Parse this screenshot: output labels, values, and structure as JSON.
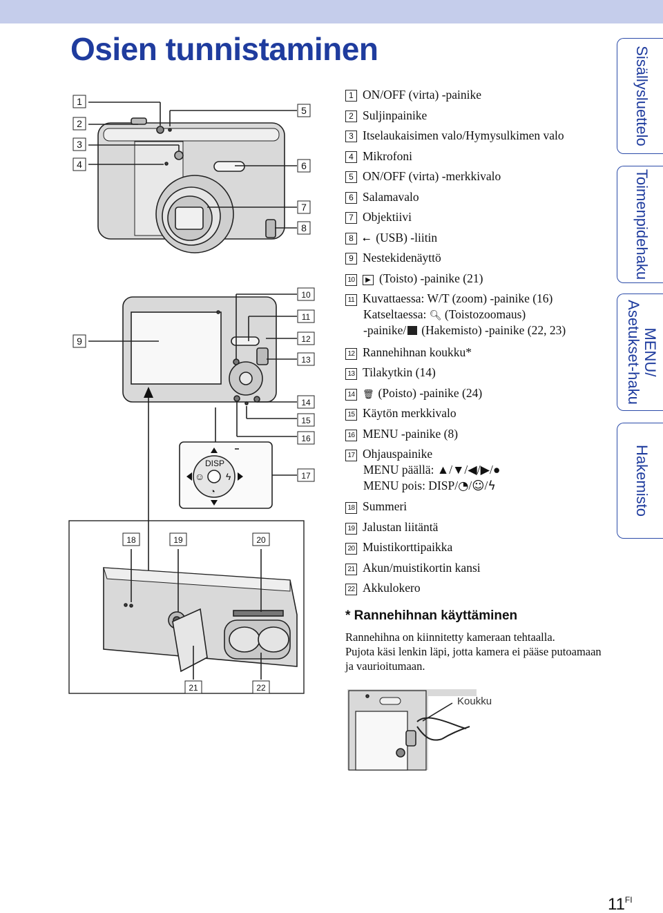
{
  "title": "Osien tunnistaminen",
  "side_tabs": [
    {
      "label": "Sisällysluettelo"
    },
    {
      "label": "Toimenpidehaku"
    },
    {
      "label": "MENU/ Asetukset-haku"
    },
    {
      "label": "Hakemisto"
    }
  ],
  "parts": [
    {
      "num": "1",
      "text": "ON/OFF (virta) -painike"
    },
    {
      "num": "2",
      "text": "Suljinpainike"
    },
    {
      "num": "3",
      "text": "Itselaukaisimen valo/Hymysulkimen valo"
    },
    {
      "num": "4",
      "text": "Mikrofoni"
    },
    {
      "num": "5",
      "text": "ON/OFF (virta) -merkkivalo"
    },
    {
      "num": "6",
      "text": "Salamavalo"
    },
    {
      "num": "7",
      "text": "Objektiivi"
    },
    {
      "num": "8",
      "text": "(USB) -liitin"
    },
    {
      "num": "9",
      "text": "Nestekidenäyttö"
    },
    {
      "num": "10",
      "text": "(Toisto) -painike (21)"
    },
    {
      "num": "11",
      "text": "Kuvattaessa: W/T (zoom) -painike (16)"
    },
    {
      "num": "12",
      "text": "Rannehihnan koukku*"
    },
    {
      "num": "13",
      "text": "Tilakytkin (14)"
    },
    {
      "num": "14",
      "text": "(Poisto) -painike (24)"
    },
    {
      "num": "15",
      "text": "Käytön merkkivalo"
    },
    {
      "num": "16",
      "text": "MENU -painike (8)"
    },
    {
      "num": "17",
      "text": "Ohjauspainike"
    },
    {
      "num": "18",
      "text": "Summeri"
    },
    {
      "num": "19",
      "text": "Jalustan liitäntä"
    },
    {
      "num": "20",
      "text": "Muistikorttipaikka"
    },
    {
      "num": "21",
      "text": "Akun/muistikortin kansi"
    },
    {
      "num": "22",
      "text": "Akkulokero"
    }
  ],
  "part11_lines": [
    "Katseltaessa:",
    "(Toistozoomaus)",
    "-painike/",
    "(Hakemisto) -painike (22, 23)"
  ],
  "part17_lines": [
    "MENU päällä: ▲/▼/◀/▶/●",
    "MENU pois: DISP/",
    "/",
    "/"
  ],
  "strap": {
    "heading": "* Rannehihnan käyttäminen",
    "lines": [
      "Rannehihna on kiinnitetty kameraan tehtaalla.",
      "Pujota käsi lenkin läpi, jotta kamera ei pääse putoamaan ja vaurioitumaan."
    ],
    "callout": "Koukku"
  },
  "diagram": {
    "dpad_label": "DISP"
  },
  "page": {
    "number": "11",
    "suffix": "FI"
  },
  "colors": {
    "accent": "#1f3c9e",
    "band": "#c5cdeb"
  }
}
